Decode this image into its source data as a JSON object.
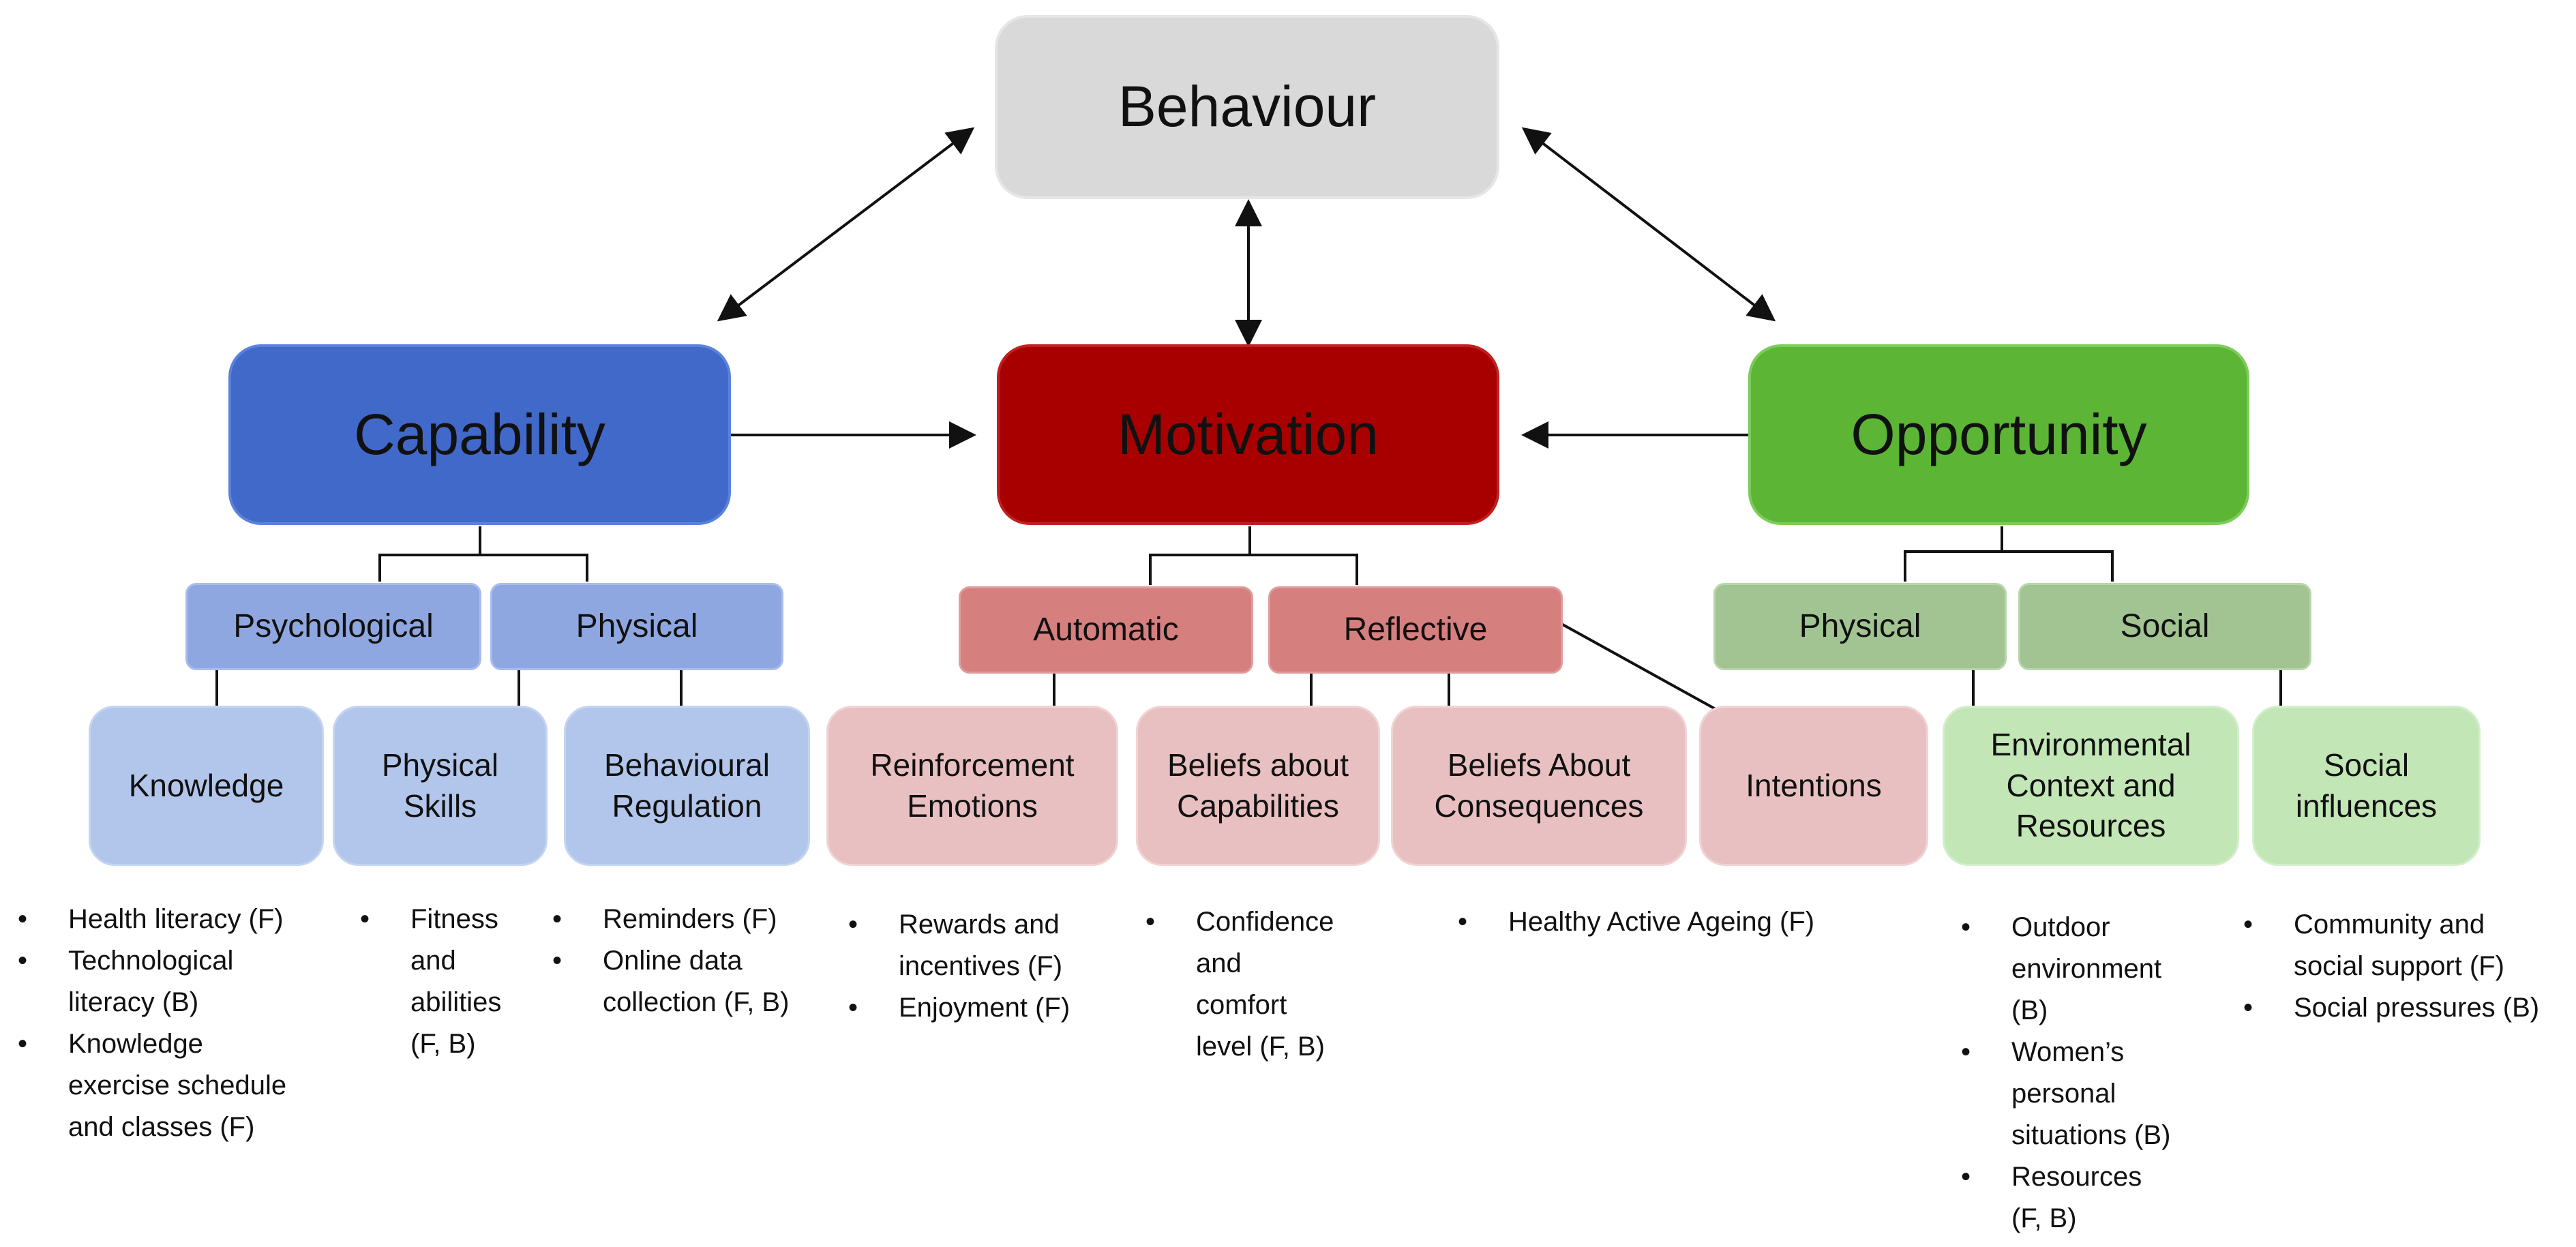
{
  "colors": {
    "behaviour": "#d9d9d9",
    "capability": "#4169c9",
    "motivation": "#a80000",
    "opportunity": "#5cb535",
    "capability_sub": "#8fa7e0",
    "capability_leaf": "#b2c6ec",
    "motivation_sub": "#d67f7f",
    "motivation_leaf": "#e9c0c1",
    "opportunity_sub": "#a1c492",
    "opportunity_leaf": "#c3e6b6",
    "connector": "#111111"
  },
  "diagram": {
    "behaviour": "Behaviour",
    "capability": "Capability",
    "motivation": "Motivation",
    "opportunity": "Opportunity",
    "subcomponents": {
      "psychological": "Psychological",
      "capability_physical": "Physical",
      "automatic": "Automatic",
      "reflective": "Reflective",
      "opportunity_physical": "Physical",
      "social": "Social"
    },
    "domains": {
      "knowledge": [
        "Knowledge"
      ],
      "physical_skills": [
        "Physical",
        "Skills"
      ],
      "behavioural_regulation": [
        "Behavioural",
        "Regulation"
      ],
      "reinforcement_emotions": [
        "Reinforcement",
        "Emotions"
      ],
      "beliefs_capabilities": [
        "Beliefs",
        "about",
        "Capabilities"
      ],
      "beliefs_consequences": [
        "Beliefs",
        "About",
        "Consequences"
      ],
      "intentions": [
        "Intentions"
      ],
      "environmental_context": [
        "Environmental",
        "Context and",
        "Resources"
      ],
      "social_influences": [
        "Social",
        "influences"
      ]
    },
    "factors": {
      "knowledge": [
        [
          "Health literacy (F)"
        ],
        [
          "Technological",
          "literacy (B)"
        ],
        [
          "Knowledge",
          "exercise schedule",
          "and classes (F)"
        ]
      ],
      "physical_skills": [
        [
          "Fitness",
          "and",
          "abilities",
          "(F, B)"
        ]
      ],
      "behavioural_regulation": [
        [
          "Reminders (F)"
        ],
        [
          "Online data",
          "collection (F, B)"
        ]
      ],
      "reinforcement_emotions": [
        [
          "Rewards and",
          "incentives (F)"
        ],
        [
          "Enjoyment (F)"
        ]
      ],
      "beliefs_capabilities": [
        [
          "Confidence",
          "and",
          "comfort",
          "level (F, B)"
        ]
      ],
      "beliefs_consequences": [
        [
          "Healthy Active Ageing (F)"
        ]
      ],
      "environmental_context": [
        [
          "Outdoor",
          "environment",
          "(B)"
        ],
        [
          "Women’s",
          "personal",
          "situations (B)"
        ],
        [
          "Resources",
          "(F, B)"
        ]
      ],
      "social_influences": [
        [
          "Community and",
          "social support (F)"
        ],
        [
          "Social pressures (B)"
        ]
      ]
    }
  }
}
